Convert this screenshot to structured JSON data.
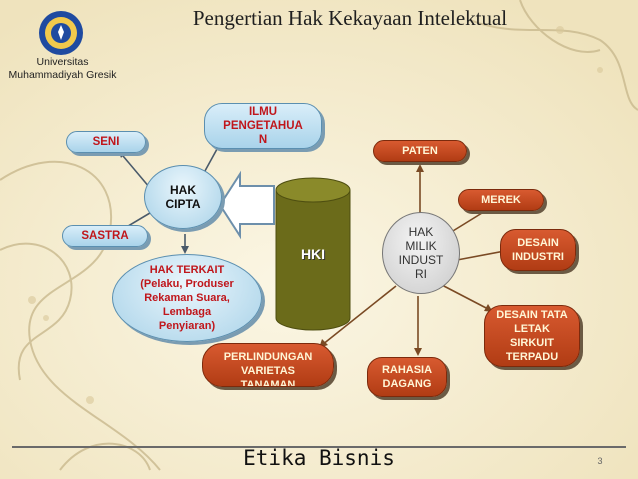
{
  "header": {
    "title": "Pengertian Hak Kekayaan Intelektual",
    "university_line1": "Universitas",
    "university_line2": "Muhammadiyah Gresik"
  },
  "nodes": {
    "hki": "HKI",
    "hak_cipta": [
      "HAK",
      "CIPTA"
    ],
    "hak_milik_industri": [
      "HAK",
      "MILIK",
      "INDUST",
      "RI"
    ],
    "seni": "SENI",
    "sastra": "SASTRA",
    "ilmu_pengetahuan": [
      "ILMU",
      "PENGETAHUA",
      "N"
    ],
    "hak_terkait": [
      "HAK TERKAIT",
      "(Pelaku, Produser",
      "Rekaman Suara,",
      "Lembaga",
      "Penyiaran)"
    ],
    "paten": "PATEN",
    "merek": "MEREK",
    "desain_industri": [
      "DESAIN",
      "INDUSTRI"
    ],
    "desain_tata_letak": [
      "DESAIN TATA",
      "LETAK",
      "SIRKUIT",
      "TERPADU"
    ],
    "rahasia_dagang": [
      "RAHASIA",
      "DAGANG"
    ],
    "perlindungan_varietas": [
      "PERLINDUNGAN",
      "VARIETAS",
      "TANAMAN"
    ]
  },
  "footer": {
    "label": "Etika Bisnis",
    "page_number": "3"
  },
  "colors": {
    "background": "#f6efd6",
    "cylinder": "#6b6b1a",
    "red_nodes": "#c2461c",
    "blue_nodes": "#bfe0f1",
    "node_text_red": "#c0161b",
    "arrow": "#7a4a24"
  }
}
